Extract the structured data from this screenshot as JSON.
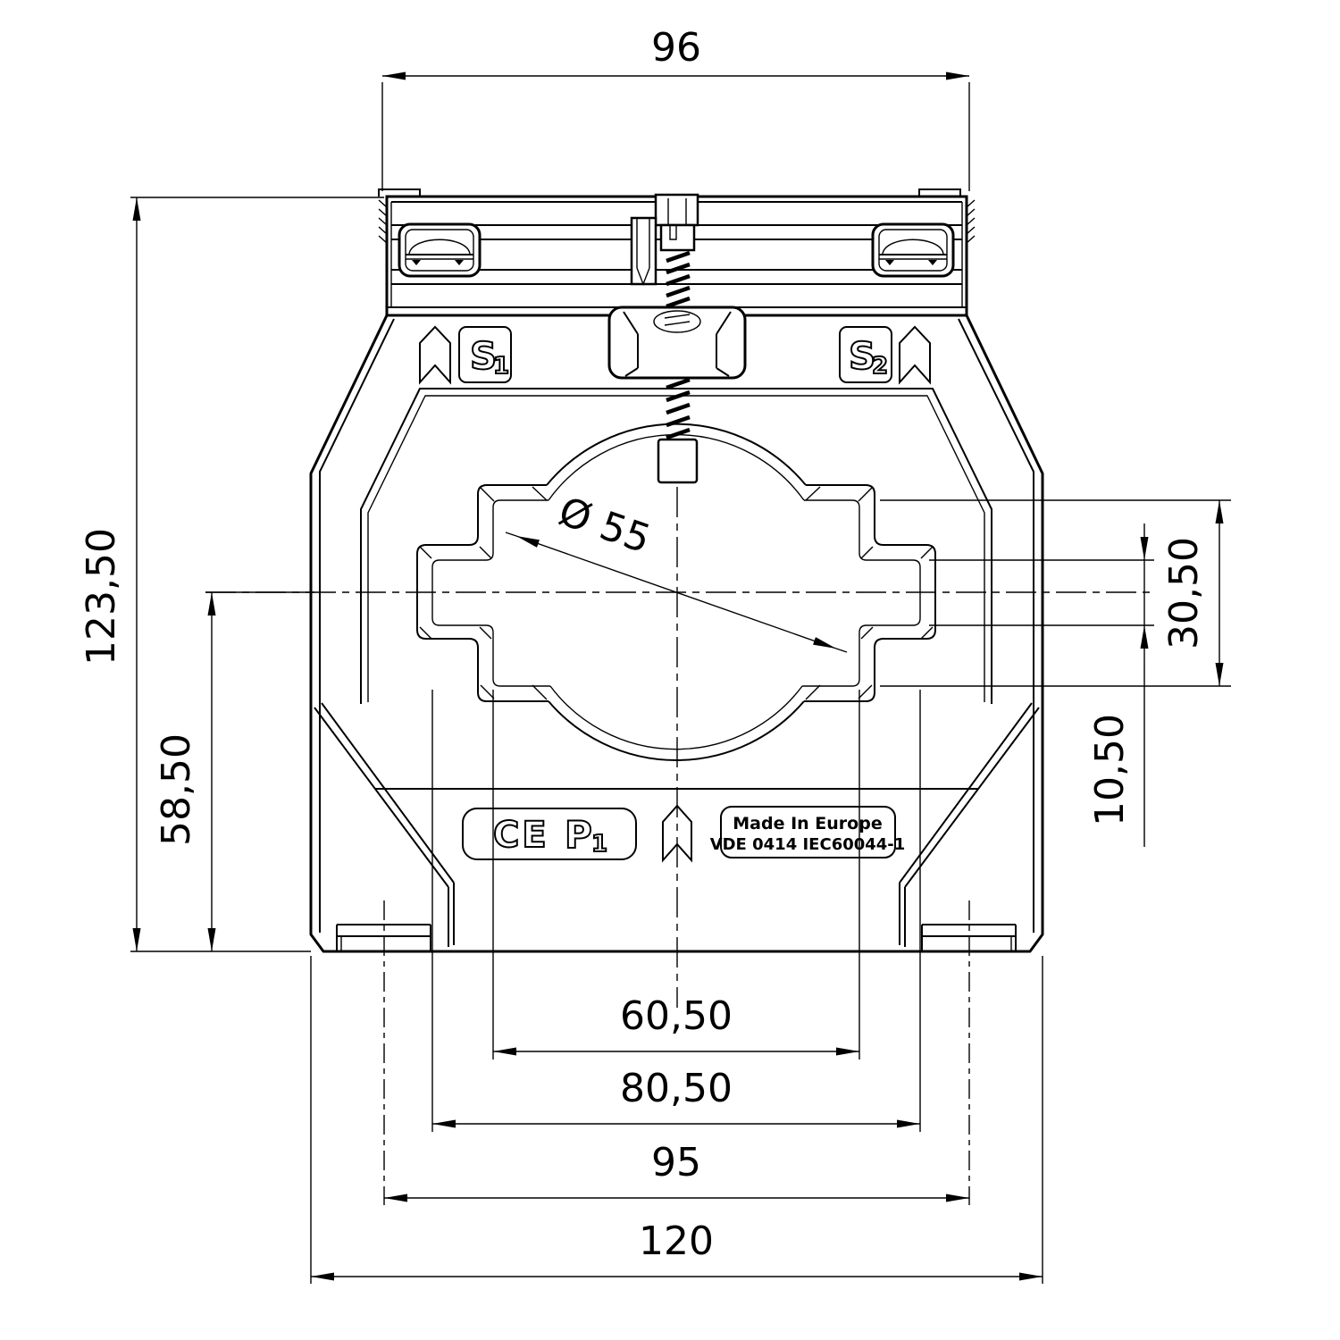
{
  "drawing": {
    "dimensions": {
      "top_width": "96",
      "overall_height": "123,50",
      "center_to_bottom": "58,50",
      "diameter": "Ø 55",
      "window_height": "30,50",
      "slot_height": "10,50",
      "window_width": "60,50",
      "slot_width": "80,50",
      "foot_spacing": "95",
      "overall_width": "120"
    },
    "terminals": {
      "s1": {
        "letter": "S",
        "sub": "1"
      },
      "s2": {
        "letter": "S",
        "sub": "2"
      },
      "p1": {
        "letter": "P",
        "sub": "1"
      }
    },
    "marks": {
      "ce": "CE",
      "made_in": "Made In Europe",
      "standard": "VDE 0414 IEC60044-1"
    },
    "line_color": "#000000",
    "background_color": "#ffffff"
  }
}
